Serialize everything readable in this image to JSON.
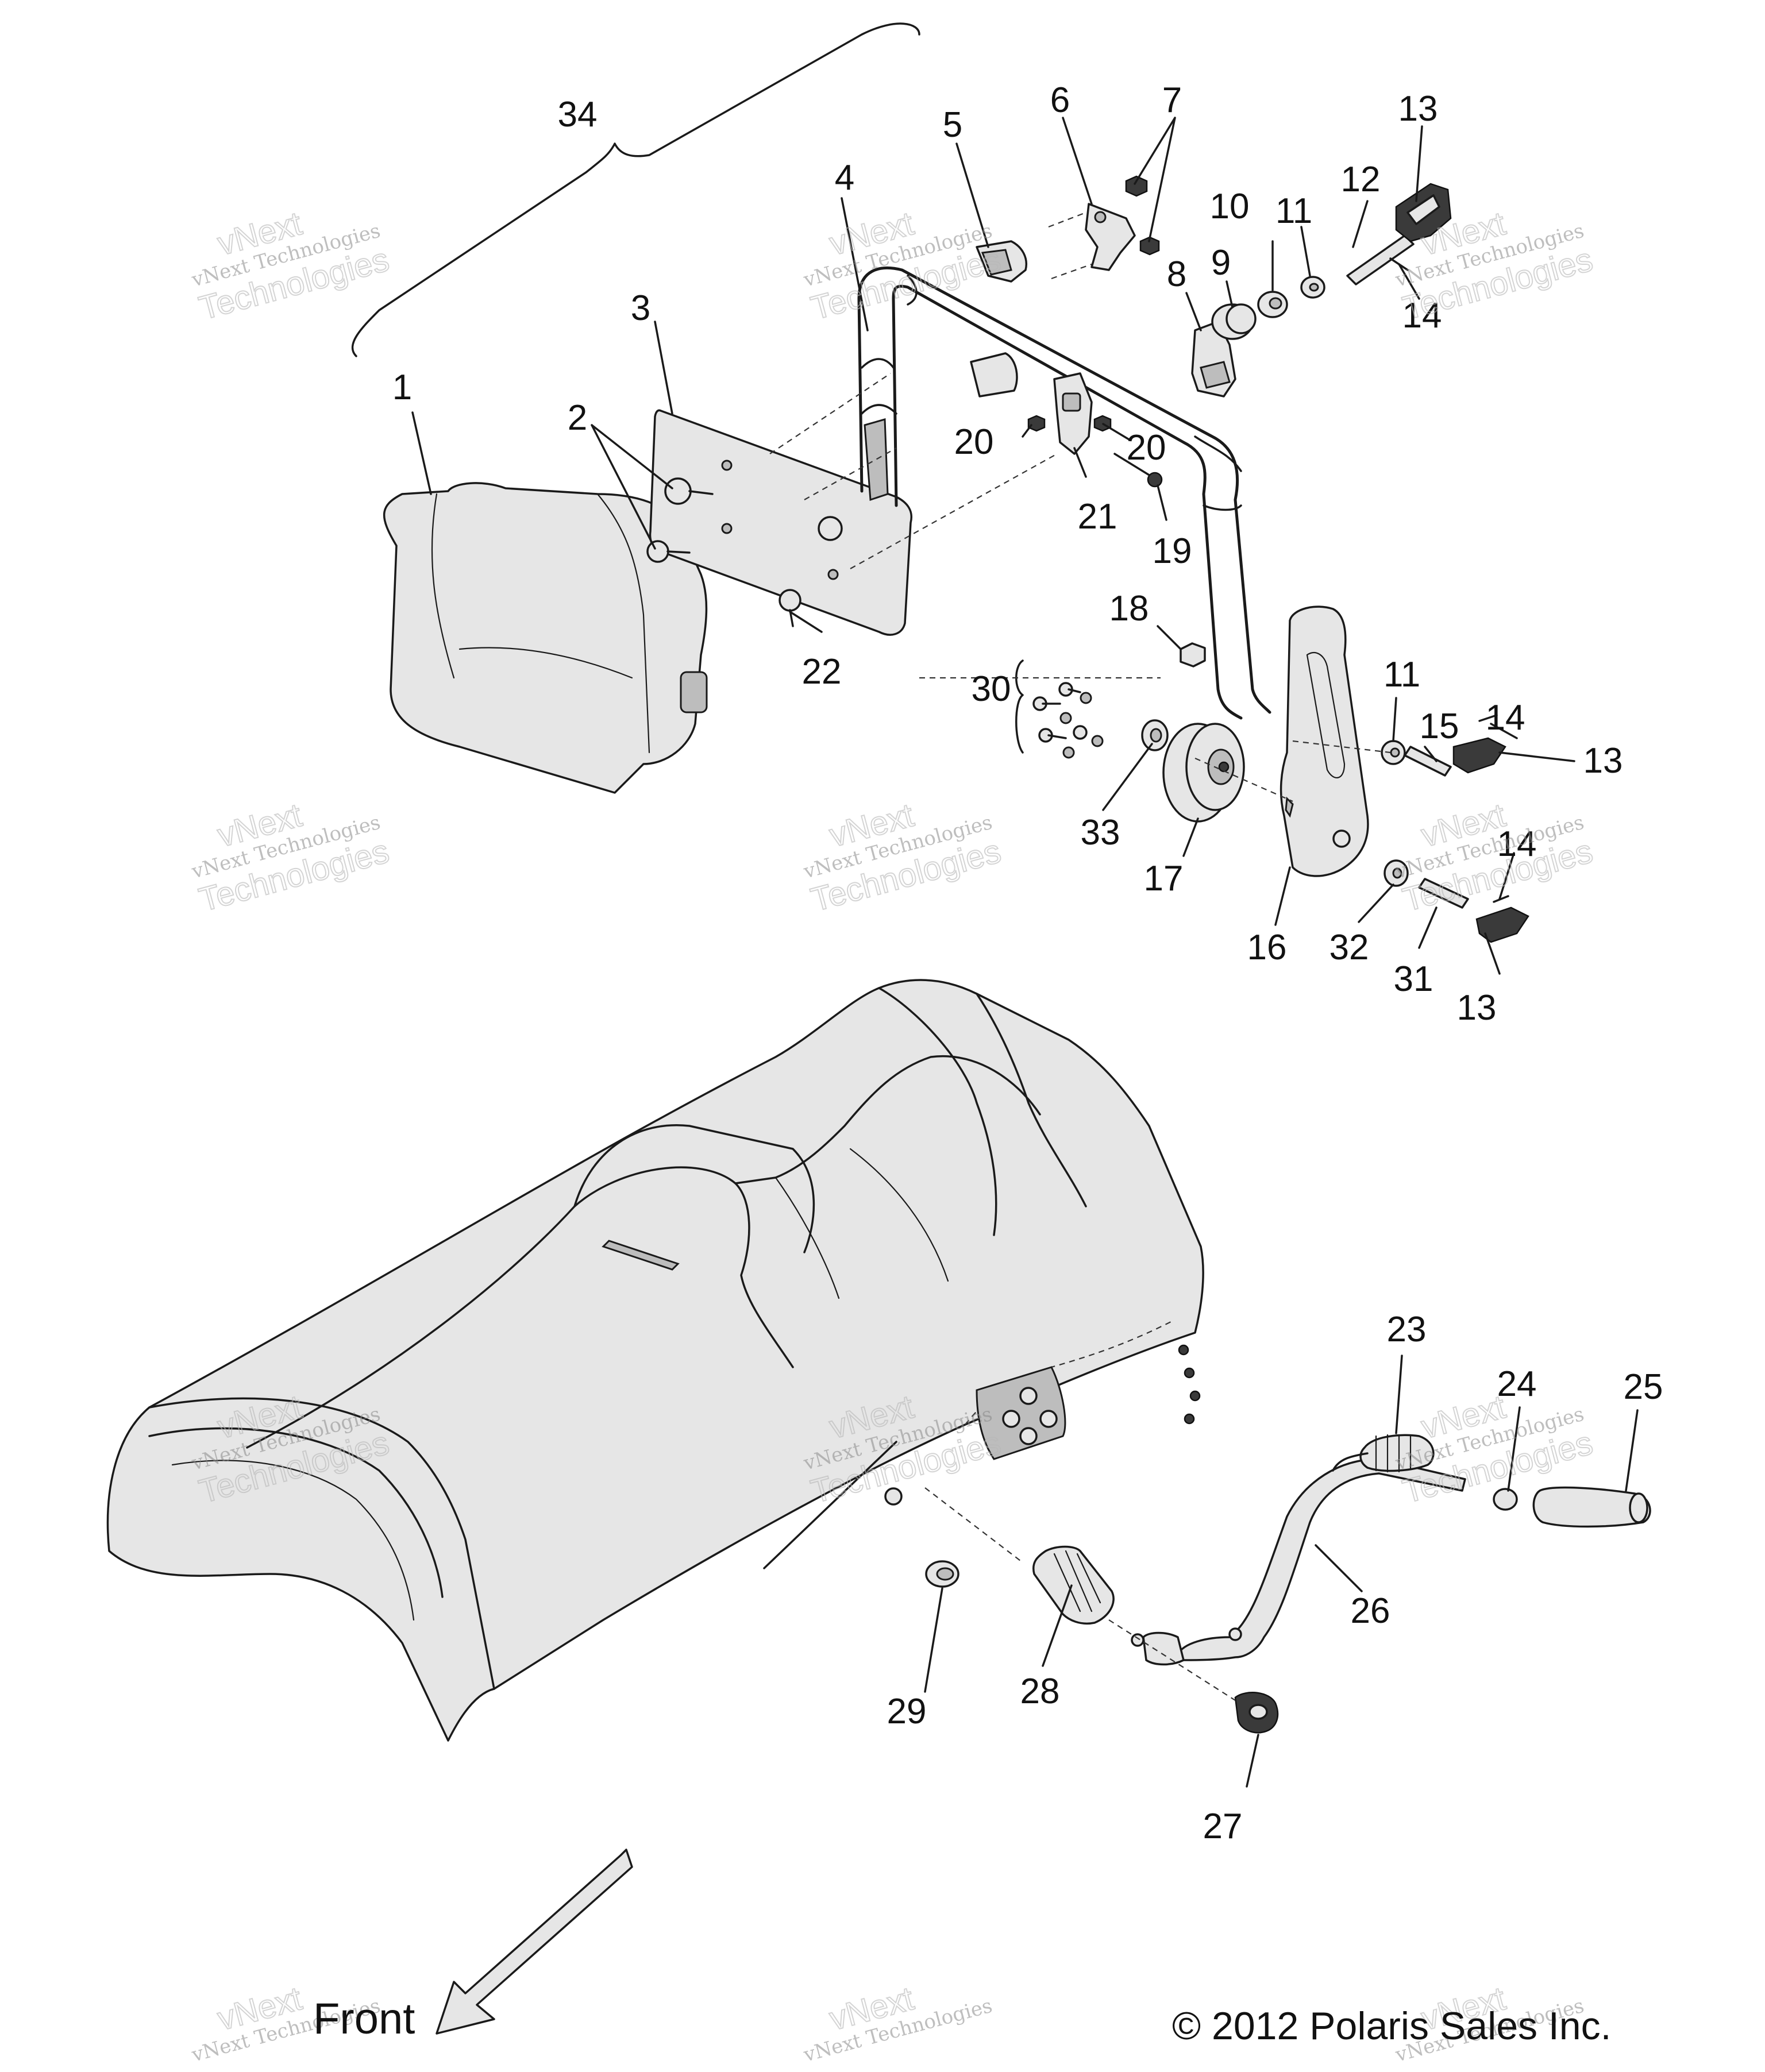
{
  "callouts": [
    "1",
    "2",
    "3",
    "4",
    "5",
    "6",
    "7",
    "8",
    "9",
    "10",
    "11",
    "11",
    "12",
    "13",
    "13",
    "13",
    "14",
    "14",
    "14",
    "15",
    "16",
    "17",
    "18",
    "19",
    "20",
    "20",
    "21",
    "22",
    "23",
    "24",
    "25",
    "26",
    "27",
    "28",
    "29",
    "30",
    "31",
    "32",
    "33",
    "34"
  ],
  "watermark": {
    "line1": "vNext",
    "line2": "vNext Technologies",
    "line3": "Technologies"
  },
  "direction_label": "Front",
  "copyright": "© 2012 Polaris Sales Inc."
}
